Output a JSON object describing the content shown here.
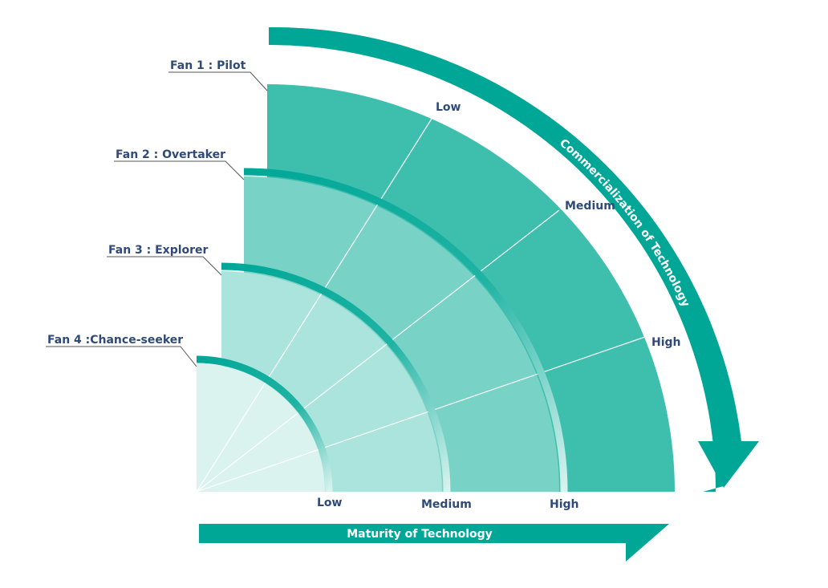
{
  "fans": [
    {
      "label": "Fan 1 :  Pilot",
      "color": "#3ebfae"
    },
    {
      "label": "Fan 2 : Overtaker",
      "color": "#78d3c6"
    },
    {
      "label": "Fan 3 : Explorer",
      "color": "#aae4dc"
    },
    {
      "label": "Fan 4 :Chance-seeker",
      "color": "#daf3ef"
    }
  ],
  "maturity_axis": {
    "title": "Maturity of Technology",
    "levels": [
      "Low",
      "Medium",
      "High"
    ]
  },
  "commercialization_axis": {
    "title": "Commercialization of Technology",
    "levels": [
      "Low",
      "Medium",
      "High"
    ]
  },
  "colors": {
    "accent": "#00a797",
    "text": "#2f4a78"
  }
}
